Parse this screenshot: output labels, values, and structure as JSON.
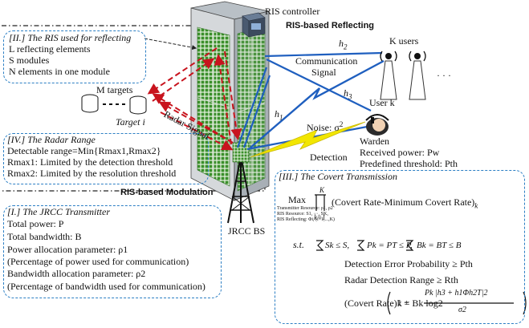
{
  "labels": {
    "ris_controller": "RIS controller",
    "ris_reflecting": "RIS-based Reflecting",
    "ris_modulation": "RIS-based Modulation",
    "k_users": "K users",
    "user_k": "User k",
    "comm_signal_1": "Communication",
    "comm_signal_2": "Signal",
    "m_targets": "M targets",
    "target_i": "Target i",
    "radar_signal": "Radar Signal",
    "h1": "h",
    "h1_sub": "1",
    "h2": "h",
    "h2_sub": "2",
    "h3": "h",
    "h3_sub": "3",
    "noise": "Noise: σ",
    "noise_sup": "2",
    "detection": "Detection",
    "warden": "Warden",
    "received_power": "Received power: Pw",
    "predefined_threshold": "Predefined threshold: Pth",
    "jrcc_bs": "JRCC BS",
    "dots": "· · ·"
  },
  "ris_box": {
    "title": "[II.] The RIS used for reflecting",
    "lines": [
      "L reflecting elements",
      "S modules",
      "N elements in one module"
    ]
  },
  "radar_box": {
    "title": "[IV.] The Radar Range",
    "lines": [
      "Detectable range=Min{Rmax1,Rmax2}",
      "Rmax1: Limited by the detection threshold",
      "Rmax2: Limited by the resolution threshold"
    ]
  },
  "jrcc_box": {
    "title": "[I.] The JRCC Transmitter",
    "lines": [
      "Total power: P",
      "Total bandwidth: B",
      "Power allocation parameter: ρ1",
      "(Percentage of power used for communication)",
      "Bandwidth allocation parameter: ρ2",
      "(Percentage of bandwidth used for communication)"
    ]
  },
  "covert_box": {
    "title": "[III.] The Covert Transmission",
    "max": "Max",
    "max_sub_1": "Transmitter Resource: ρ1, ρ2",
    "max_sub_2": "RIS Resource: S1, ···, SK,",
    "max_sub_3": "RIS Reflecting: Φi, (i=1,...,K)",
    "objective": "(Covert Rate-Minimum Covert Rate)",
    "objective_sub": "k",
    "prod_top": "K",
    "prod_bottom": "k=1",
    "st": "s.t.",
    "c1": "Sk ≤ S,",
    "c2": "Pk = PT ≤ P,",
    "c3": "Bk = BT ≤ B",
    "c4": "Detection Error Probability ≥ Pth",
    "c5": "Radar Detection Range ≥ Rth",
    "rate_lhs": "(Covert Rate)k = Bk log2",
    "rate_num": "Pk |h3 + h1Φh2T|2",
    "rate_den": "σ2",
    "rate_one": "1 +"
  },
  "colors": {
    "blue_dashed": "#2c7fc4",
    "red_arrow": "#c8141e",
    "blue_signal": "#1f5fbf",
    "yellow_bolt": "#f2e600",
    "ris_green": "#3a8f2a"
  }
}
